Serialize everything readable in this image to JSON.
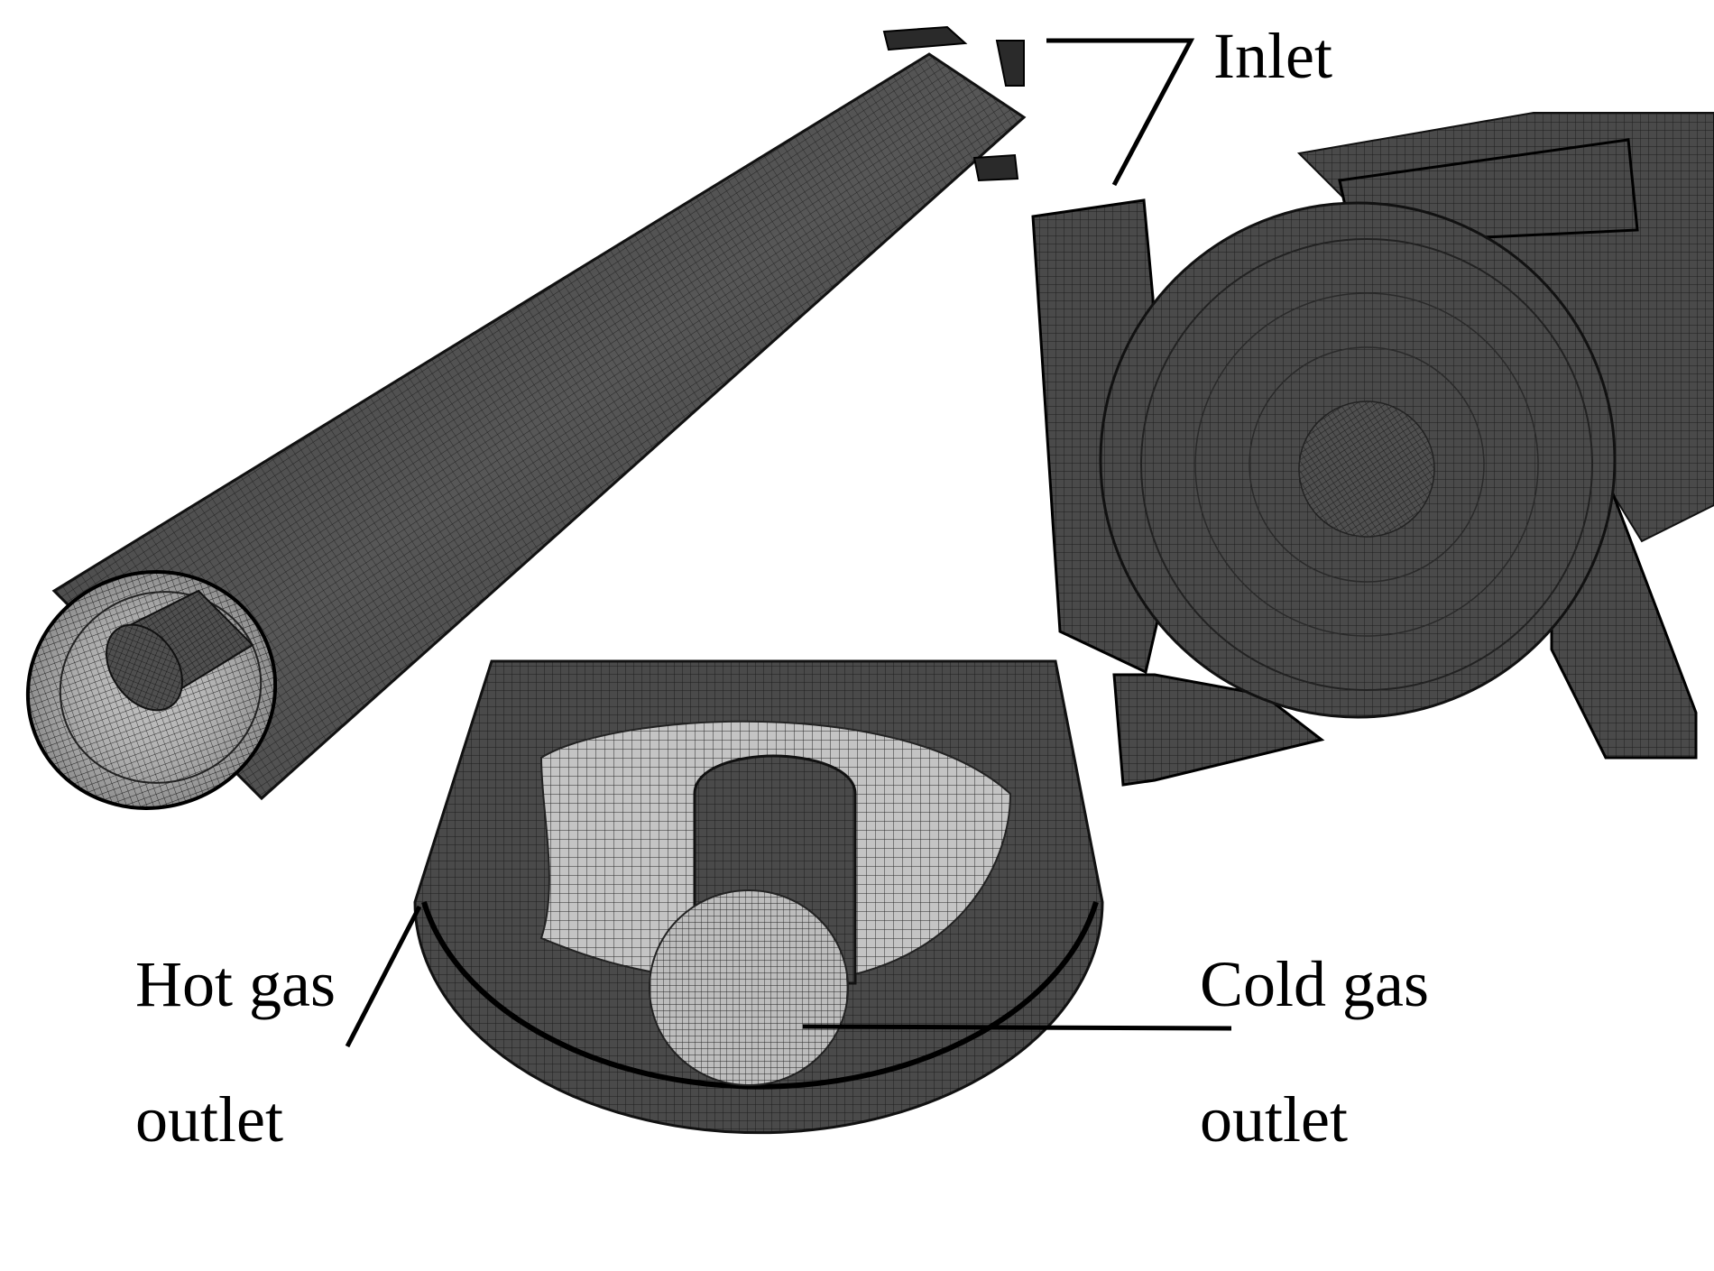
{
  "colors": {
    "mesh_face_dark": "#4a4a4a",
    "mesh_face_light": "#bdbdbd",
    "mesh_line": "#1e1e1e",
    "leader_line": "#000000",
    "background": "#ffffff"
  },
  "labels": {
    "inlet": "Inlet",
    "hot_gas_line1": "Hot gas",
    "hot_gas_line2": "outlet",
    "cold_gas_line1": "Cold gas",
    "cold_gas_line2": "outlet"
  },
  "views": [
    {
      "id": "full-tube-view",
      "name": "full-tube-mesh"
    },
    {
      "id": "inlet-view",
      "name": "inlet-cross-section-mesh"
    },
    {
      "id": "outlet-view",
      "name": "outlet-end-mesh"
    }
  ]
}
